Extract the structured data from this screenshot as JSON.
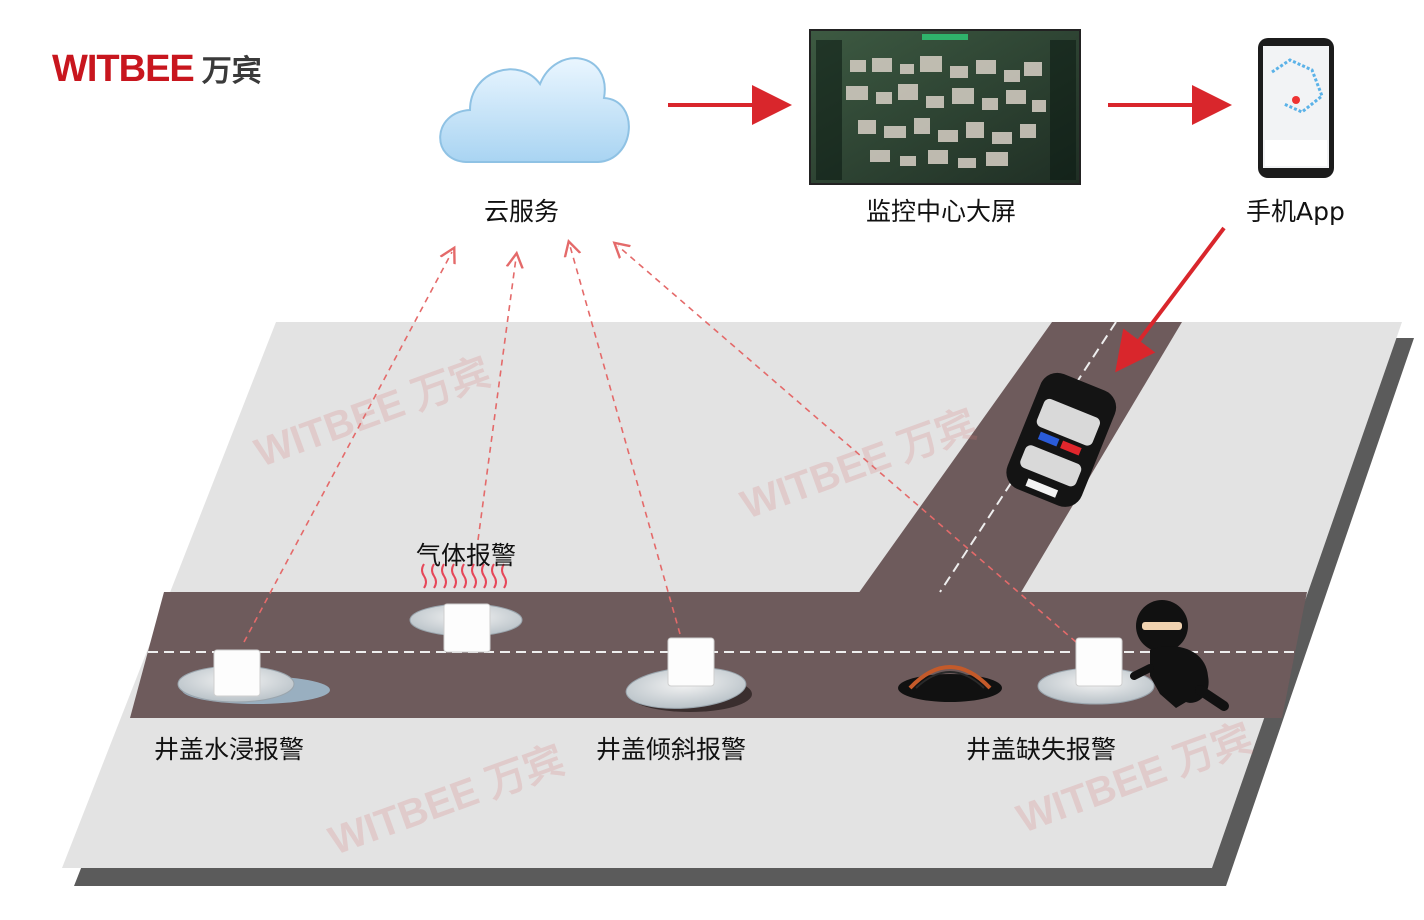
{
  "brand": {
    "name_en": "WITBEE",
    "name_cn": "万宾",
    "color": "#c8161e"
  },
  "nodes": {
    "cloud": "云服务",
    "monitor": "监控中心大屏",
    "phone": "手机App"
  },
  "sensors": {
    "flood": "井盖水浸报警",
    "gas": "气体报警",
    "tilt": "井盖倾斜报警",
    "missing": "井盖缺失报警"
  },
  "watermark": "WITBEE 万宾",
  "colors": {
    "road": "#6e5b5c",
    "ground": "#e3e3e3",
    "arrow": "#d9262c",
    "dashed": "#e46a6a"
  },
  "icons": [
    "cloud-icon",
    "monitor-screen-icon",
    "phone-icon",
    "sensor-icon",
    "police-car-icon",
    "thief-icon",
    "manhole-icon"
  ]
}
